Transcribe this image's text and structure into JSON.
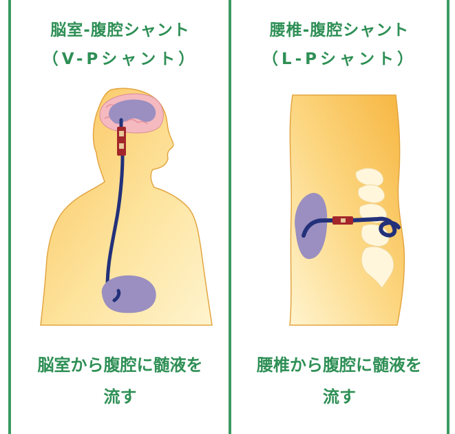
{
  "left_panel": {
    "title_line1": "脳室-腹腔シャント",
    "title_line2": "（V-Pシャント）",
    "caption_line1": "脳室から腹腔に髄液を",
    "caption_line2": "流す"
  },
  "right_panel": {
    "title_line1": "腰椎-腹腔シャント",
    "title_line2": "（L-Pシャント）",
    "caption_line1": "腰椎から腹腔に髄液を",
    "caption_line2": "流す"
  },
  "colors": {
    "border": "#3b9a62",
    "text": "#2e8f55",
    "skin_light": "#fde7a3",
    "skin_dark": "#f6b53f",
    "brain_pink": "#f5b9c0",
    "ventricle": "#9a8fc0",
    "tube": "#23317a",
    "valve": "#a3262a",
    "spine": "#fff6dc"
  }
}
